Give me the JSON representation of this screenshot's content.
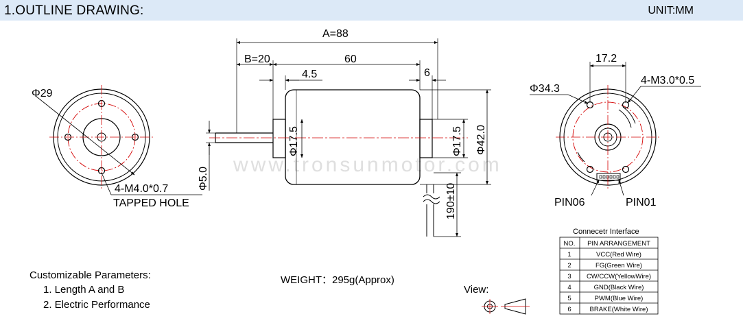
{
  "header": {
    "title": "1.OUTLINE DRAWING:",
    "unit": "UNIT:MM"
  },
  "front_view": {
    "diameter": "Φ29",
    "hole_spec": "4-M4.0*0.7",
    "hole_note": "TAPPED HOLE"
  },
  "side_view": {
    "length_a": "A=88",
    "length_b": "B=20",
    "body_length": "60",
    "front_step": "4.5",
    "rear_step": "6",
    "front_boss_dia": "Φ17.5",
    "rear_boss_dia": "Φ17.5",
    "body_dia": "Φ42.0",
    "shaft_dia": "Φ5.0",
    "lead_length": "190±10"
  },
  "rear_view": {
    "diameter": "Φ34.3",
    "spacing": "17.2",
    "hole_spec": "4-M3.0*0.5",
    "pin_left": "PIN06",
    "pin_right": "PIN01"
  },
  "watermark": "www.tronsunmotor.com",
  "customizable": {
    "title": "Customizable Parameters:",
    "items": [
      "1. Length A and B",
      "2. Electric Performance"
    ]
  },
  "weight": "WEIGHT：295g(Approx)",
  "view_label": "View:",
  "connector": {
    "title": "Connecetr Interface",
    "headers": [
      "NO.",
      "PIN ARRANGEMENT"
    ],
    "rows": [
      [
        "1",
        "VCC(Red Wire)"
      ],
      [
        "2",
        "FG(Green Wire)"
      ],
      [
        "3",
        "CW/CCW(YellowWire)"
      ],
      [
        "4",
        "GND(Black Wire)"
      ],
      [
        "5",
        "PWM(Blue Wire)"
      ],
      [
        "6",
        "BRAKE(White Wire)"
      ]
    ]
  },
  "colors": {
    "header_bg": "#dce9f7",
    "center_line": "#d40000",
    "line": "#000000"
  }
}
